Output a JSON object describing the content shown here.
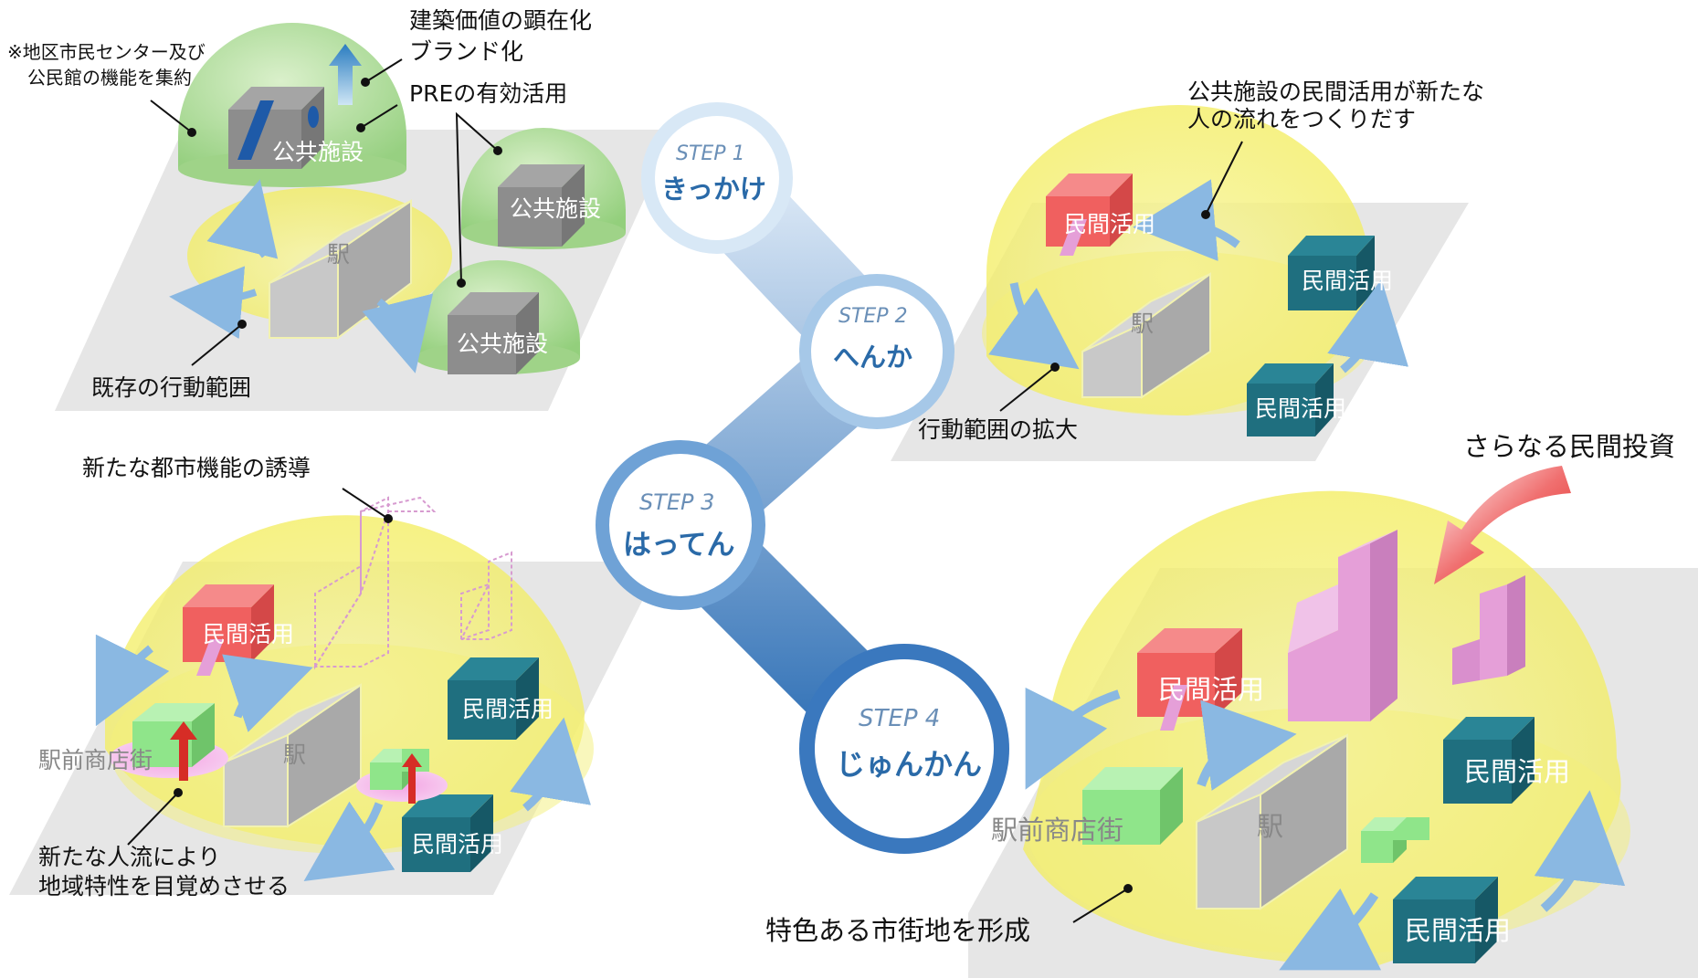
{
  "colors": {
    "ground": "#e6e6e6",
    "dome_yellow": "#f7f27a",
    "dome_green": "#9fd388",
    "box_grey": "#c8c8c8",
    "box_teal": "#1f6f7f",
    "box_red": "#f0605f",
    "box_pink": "#e59fd8",
    "box_green": "#8fe58a",
    "step_blue": "#2d6fb6",
    "step_text": "#2a6aa8",
    "arrow_red": "#e8352a"
  },
  "steps": [
    {
      "step": "STEP 1",
      "title": "きっかけ"
    },
    {
      "step": "STEP 2",
      "title": "へんか"
    },
    {
      "step": "STEP 3",
      "title": "はってん"
    },
    {
      "step": "STEP 4",
      "title": "じゅんかん"
    }
  ],
  "labels": {
    "station": "駅",
    "public_facility": "公共施設",
    "private_use": "民間活用",
    "station_shopping": "駅前商店街"
  },
  "panel1": {
    "note_line1": "※地区市民センター及び",
    "note_line2": "公民館の機能を集約",
    "value_line1": "建築価値の顕在化",
    "value_line2": "ブランド化",
    "pre": "PREの有効活用",
    "existing": "既存の行動範囲"
  },
  "panel2": {
    "flow_line1": "公共施設の民間活用が新たな",
    "flow_line2": "人の流れをつくりだす",
    "expand": "行動範囲の拡大"
  },
  "panel3": {
    "induce": "新たな都市機能の誘導",
    "people_line1": "新たな人流により",
    "people_line2": "地域特性を目覚めさせる"
  },
  "panel4": {
    "invest": "さらなる民間投資",
    "form": "特色ある市街地を形成"
  }
}
